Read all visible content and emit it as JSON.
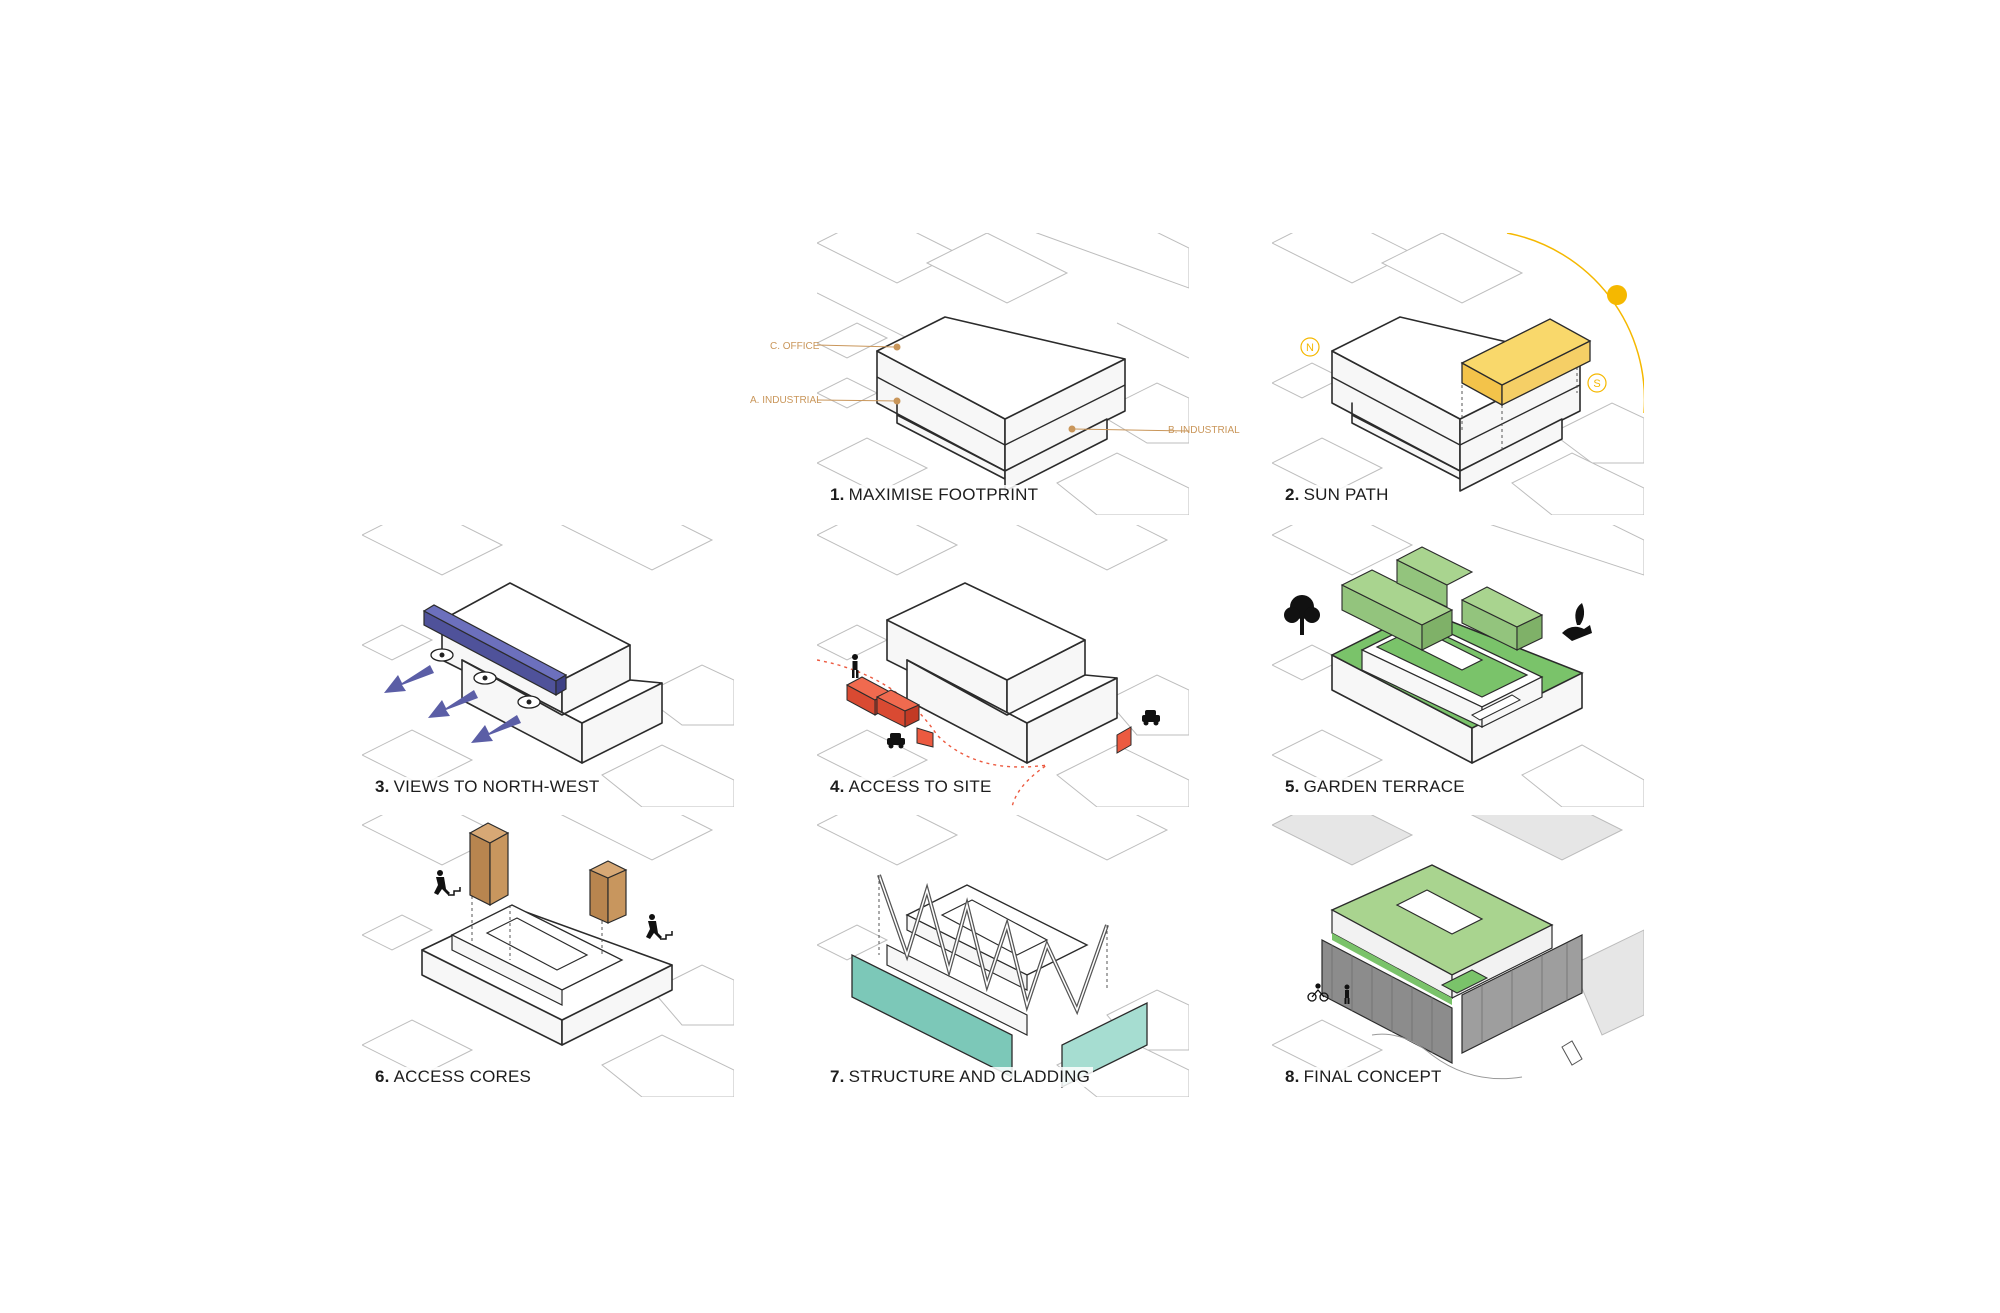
{
  "colors": {
    "sun": "#f5b800",
    "sun_block": "#f9d86b",
    "views": "#5b5ea6",
    "access": "#ec5a40",
    "garden": "#7ac36a",
    "garden_light": "#a9d48f",
    "cores": "#c8965e",
    "cladding": "#8fd3c6",
    "annotation": "#c9965a"
  },
  "panels": [
    {
      "num": "1.",
      "title": "MAXIMISE FOOTPRINT",
      "labels": {
        "office": "C. OFFICE",
        "industrial_a": "A. INDUSTRIAL",
        "industrial_b": "B. INDUSTRIAL"
      }
    },
    {
      "num": "2.",
      "title": "SUN PATH",
      "compass": {
        "north": "N",
        "south": "S"
      }
    },
    {
      "num": "3.",
      "title": "VIEWS TO NORTH-WEST"
    },
    {
      "num": "4.",
      "title": "ACCESS TO SITE"
    },
    {
      "num": "5.",
      "title": "GARDEN TERRACE"
    },
    {
      "num": "6.",
      "title": "ACCESS CORES"
    },
    {
      "num": "7.",
      "title": "STRUCTURE AND CLADDING"
    },
    {
      "num": "8.",
      "title": "FINAL CONCEPT"
    }
  ],
  "icons": {
    "panel1": [],
    "panel2": [
      "sun-icon",
      "north-marker-icon",
      "south-marker-icon"
    ],
    "panel3": [
      "eye-icon",
      "arrow-icon"
    ],
    "panel4": [
      "pedestrian-icon",
      "car-icon"
    ],
    "panel5": [
      "tree-icon",
      "hand-plant-icon"
    ],
    "panel6": [
      "stairs-person-icon"
    ],
    "panel7": [],
    "panel8": [
      "pedestrian-icon",
      "cyclist-icon"
    ]
  }
}
